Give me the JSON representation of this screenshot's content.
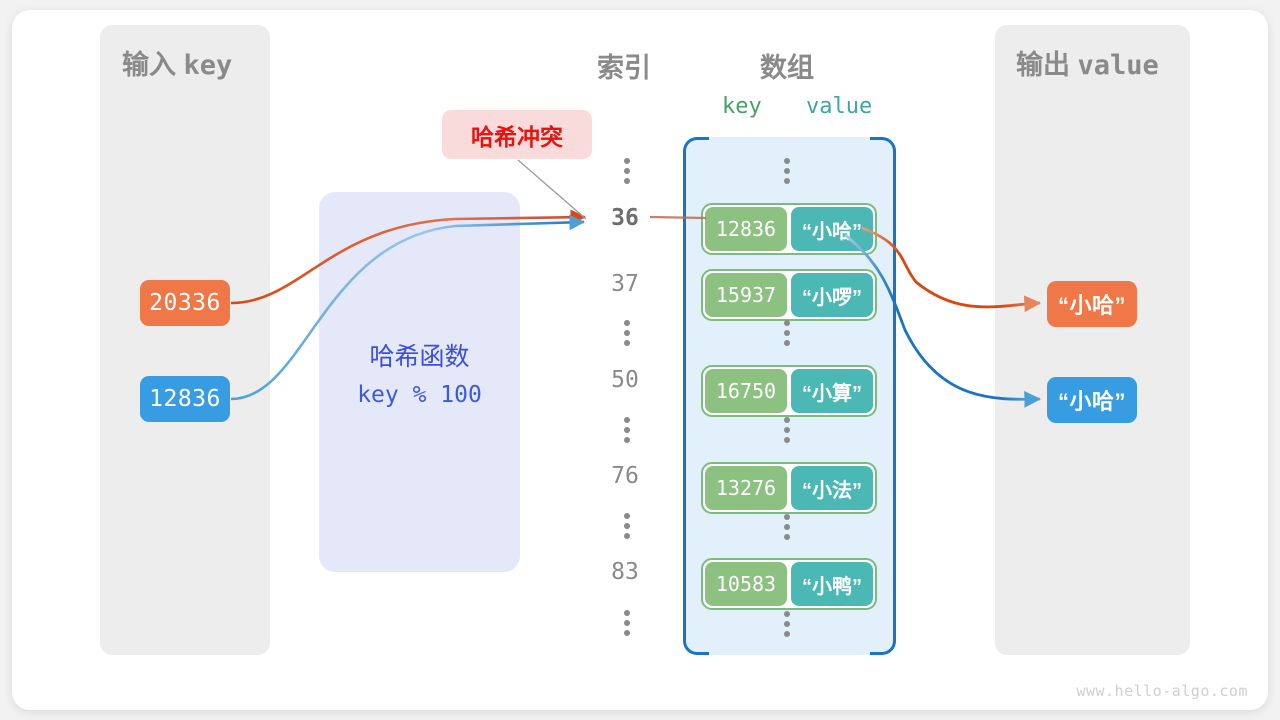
{
  "diagram": {
    "title_hint": "hash-collision-illustration",
    "watermark": "www.hello-algo.com"
  },
  "input_panel": {
    "title_cjk": "输入",
    "title_mono": "key",
    "keys": [
      {
        "label": "20336",
        "color": "#ef7748"
      },
      {
        "label": "12836",
        "color": "#389ce3"
      }
    ]
  },
  "hash_function": {
    "title": "哈希函数",
    "formula": "key % 100"
  },
  "callout": {
    "label": "哈希冲突",
    "color": "#e8130f",
    "background": "#fadbdb"
  },
  "array_section": {
    "index_header": "索引",
    "array_header": "数组",
    "key_header": "key",
    "value_header": "value",
    "key_color": "#46a164",
    "value_color": "#3fa7a3",
    "rows": [
      {
        "type": "dots",
        "index": "⋮"
      },
      {
        "type": "entry",
        "index": "36",
        "highlight": true,
        "key": "12836",
        "value": "“小哈”"
      },
      {
        "type": "entry",
        "index": "37",
        "highlight": false,
        "key": "15937",
        "value": "“小啰”"
      },
      {
        "type": "dots",
        "index": "⋮"
      },
      {
        "type": "entry",
        "index": "50",
        "highlight": false,
        "key": "16750",
        "value": "“小算”"
      },
      {
        "type": "dots",
        "index": "⋮"
      },
      {
        "type": "entry",
        "index": "76",
        "highlight": false,
        "key": "13276",
        "value": "“小法”"
      },
      {
        "type": "dots",
        "index": "⋮"
      },
      {
        "type": "entry",
        "index": "83",
        "highlight": false,
        "key": "10583",
        "value": "“小鸭”"
      },
      {
        "type": "dots",
        "index": "⋮"
      }
    ]
  },
  "output_panel": {
    "title_cjk": "输出",
    "title_mono": "value",
    "values": [
      {
        "label": "“小哈”",
        "color": "#ef7748"
      },
      {
        "label": "“小哈”",
        "color": "#389ce3"
      }
    ]
  }
}
